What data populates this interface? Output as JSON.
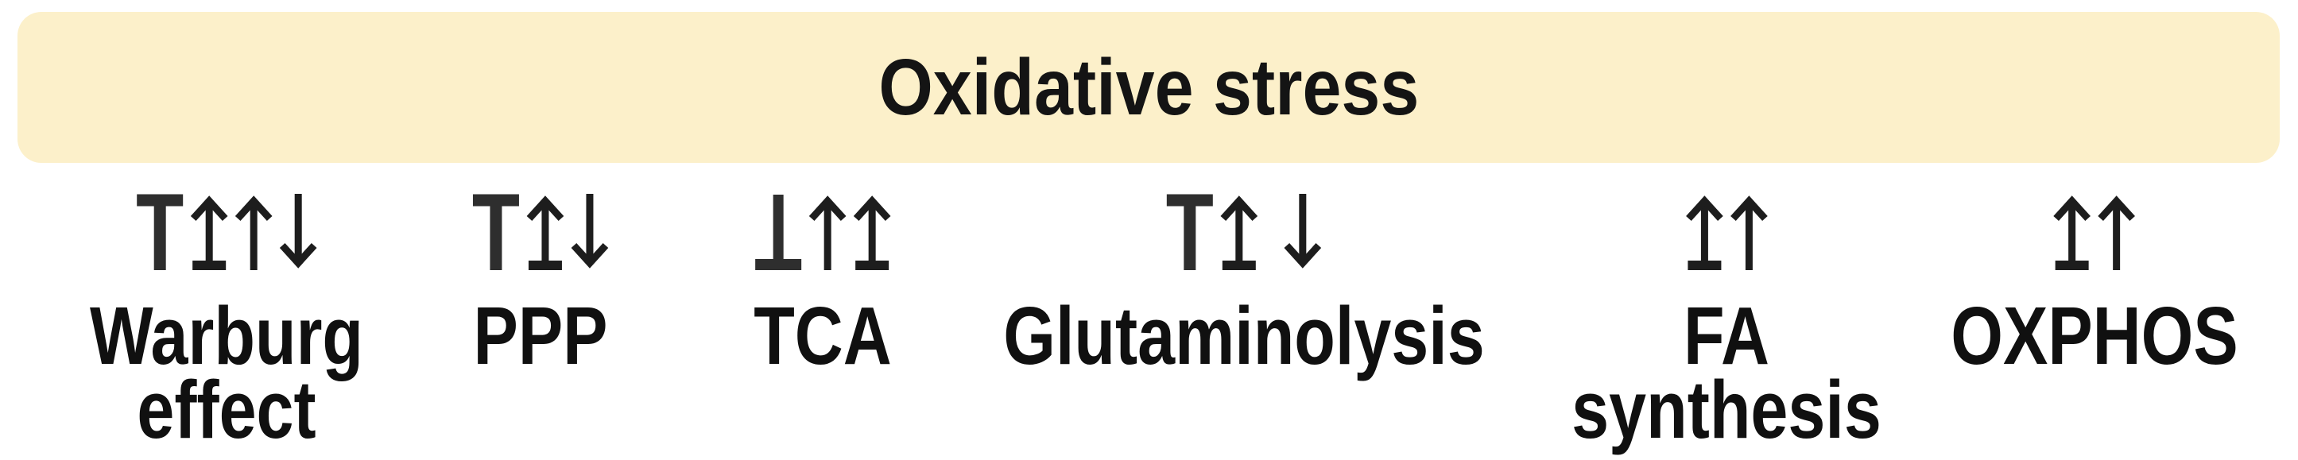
{
  "figure": {
    "banner": {
      "title": "Oxidative stress",
      "bg_color": "#FCF0CA",
      "text_color": "#141414"
    },
    "pathways": [
      {
        "id": "warburg-effect",
        "label": "Warburg effect",
        "label_lines": [
          "Warburg",
          "effect"
        ],
        "symbols_text": "⊤↥↑↓",
        "symbols": [
          {
            "name": "inhibit-tack-icon",
            "glyph": "⊤"
          },
          {
            "name": "up-arrow-from-bar-icon",
            "glyph": "↥"
          },
          {
            "name": "up-arrow-icon",
            "glyph": "↑"
          },
          {
            "name": "down-arrow-icon",
            "glyph": "↓"
          }
        ]
      },
      {
        "id": "ppp",
        "label": "PPP",
        "label_lines": [
          "PPP"
        ],
        "symbols_text": "⊤↥↓",
        "symbols": [
          {
            "name": "inhibit-tack-icon",
            "glyph": "⊤"
          },
          {
            "name": "up-arrow-from-bar-icon",
            "glyph": "↥"
          },
          {
            "name": "down-arrow-icon",
            "glyph": "↓"
          }
        ]
      },
      {
        "id": "tca",
        "label": "TCA",
        "label_lines": [
          "TCA"
        ],
        "symbols_text": "⊥↑↥",
        "symbols": [
          {
            "name": "up-tack-icon",
            "glyph": "⊥"
          },
          {
            "name": "up-arrow-icon",
            "glyph": "↑"
          },
          {
            "name": "up-arrow-from-bar-icon",
            "glyph": "↥"
          }
        ]
      },
      {
        "id": "glutaminolysis",
        "label": "Glutaminolysis",
        "label_lines": [
          "Glutaminolysis"
        ],
        "symbols_text": "⊤↥ ↓",
        "symbols": [
          {
            "name": "inhibit-tack-icon",
            "glyph": "⊤"
          },
          {
            "name": "up-arrow-from-bar-icon",
            "glyph": "↥"
          },
          {
            "name": "down-arrow-icon",
            "glyph": "↓"
          }
        ]
      },
      {
        "id": "fa-synthesis",
        "label": "FA synthesis",
        "label_lines": [
          "FA",
          "synthesis"
        ],
        "symbols_text": "↥↑",
        "symbols": [
          {
            "name": "up-arrow-from-bar-icon",
            "glyph": "↥"
          },
          {
            "name": "up-arrow-icon",
            "glyph": "↑"
          }
        ]
      },
      {
        "id": "oxphos",
        "label": "OXPHOS",
        "label_lines": [
          "OXPHOS"
        ],
        "symbols_text": "↥↑",
        "symbols": [
          {
            "name": "up-arrow-from-bar-icon",
            "glyph": "↥"
          },
          {
            "name": "up-arrow-icon",
            "glyph": "↑"
          }
        ]
      }
    ],
    "colors": {
      "banner_bg": "#FCF0CA",
      "arrow": "#1d1d1d",
      "tack": "#2e2e2e",
      "label_text": "#101010",
      "page_bg": "#ffffff"
    }
  }
}
